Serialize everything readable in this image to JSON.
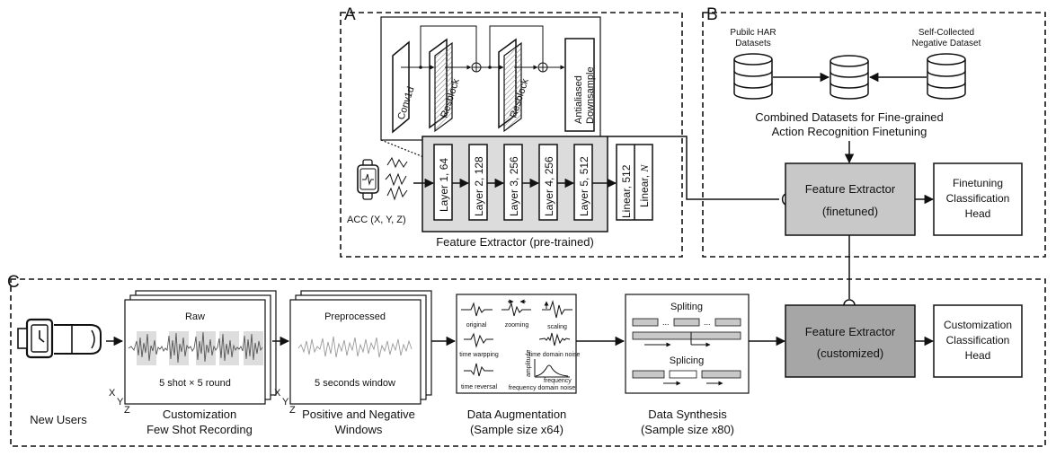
{
  "sections": {
    "a": "A",
    "b": "B",
    "c": "C"
  },
  "section_a": {
    "zoom_blocks": {
      "conv": "Conv1d",
      "res1": "Resblock",
      "res2": "Resblock",
      "down_1": "Antialiased",
      "down_2": "Downsample"
    },
    "acc_label": "ACC (X, Y, Z)",
    "layers": [
      "Layer 1, 64",
      "Layer 2, 128",
      "Layer 3, 256",
      "Layer 4, 256",
      "Layer 5, 512"
    ],
    "linear_1": "Linear, 512",
    "linear_2_prefix": "Linear, ",
    "linear_2_var": "N",
    "caption": "Feature Extractor (pre-trained)"
  },
  "section_b": {
    "db_public_1": "Pubilc HAR",
    "db_public_2": "Datasets",
    "db_negative_1": "Self-Collected",
    "db_negative_2": "Negative Dataset",
    "combined_1": "Combined Datasets for Fine-grained",
    "combined_2": "Action Recognition Finetuning",
    "fe_finetuned_1": "Feature Extractor",
    "fe_finetuned_2": "(finetuned)",
    "head_1": "Finetuning",
    "head_2": "Classification",
    "head_3": "Head"
  },
  "section_c": {
    "new_users": "New Users",
    "axes": {
      "x": "X",
      "y": "Y",
      "z": "Z"
    },
    "raw": {
      "title": "Raw",
      "subtitle": "5 shot × 5 round",
      "caption_1": "Customization",
      "caption_2": "Few Shot Recording"
    },
    "preprocessed": {
      "title": "Preprocessed",
      "subtitle": "5 seconds window",
      "caption_1": "Positive and Negative",
      "caption_2": "Windows"
    },
    "augmentation": {
      "items": [
        "original",
        "zooming",
        "scaling",
        "time warpping",
        "time domain noise",
        "time reversal",
        "frequency domain noise"
      ],
      "axis_small_1": "amplitude",
      "axis_small_2": "frequency",
      "caption_1": "Data Augmentation",
      "caption_2": "(Sample size x64)"
    },
    "synthesis": {
      "spliting": "Spliting",
      "splicing": "Splicing",
      "ellipsis": "...",
      "caption_1": "Data Synthesis",
      "caption_2": "(Sample size x80)"
    },
    "fe_customized_1": "Feature Extractor",
    "fe_customized_2": "(customized)",
    "head_1": "Customization",
    "head_2": "Classification",
    "head_3": "Head"
  },
  "colors": {
    "finetuned_fill": "#c8c8c8",
    "customized_fill": "#a6a6a6",
    "extractor_bg": "#dcdcdc",
    "raw_band": "#dddddd",
    "signal": "#555555",
    "signal_light": "#9a9a9a"
  }
}
